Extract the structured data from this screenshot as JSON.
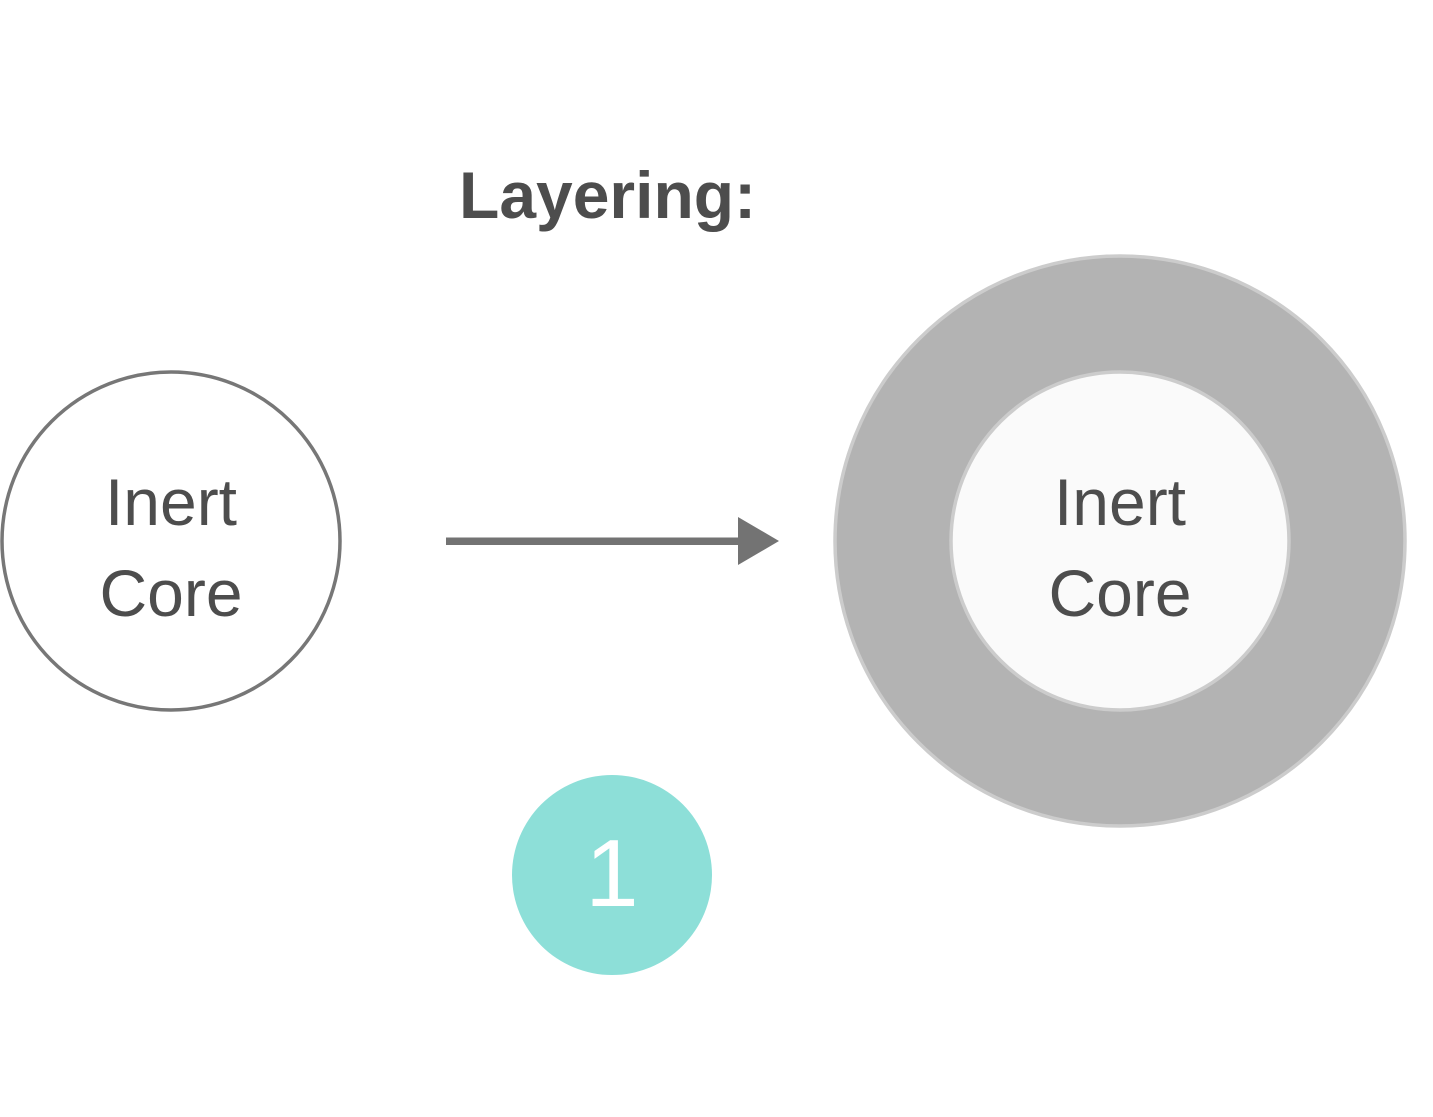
{
  "diagram": {
    "title": "Layering:",
    "before": {
      "label_line1": "Inert",
      "label_line2": "Core"
    },
    "after": {
      "label_line1": "Inert",
      "label_line2": "Core",
      "layer_description": "outer layer"
    },
    "step_badge": {
      "number": "1"
    },
    "colors": {
      "text": "#4d4d4d",
      "core_outline": "#777777",
      "arrow": "#737373",
      "layer_fill": "#b3b3b3",
      "layer_outline": "#cccccc",
      "inner_core_fill": "#fafafa",
      "badge_fill": "#8ddfd8",
      "badge_text": "#ffffff"
    }
  }
}
